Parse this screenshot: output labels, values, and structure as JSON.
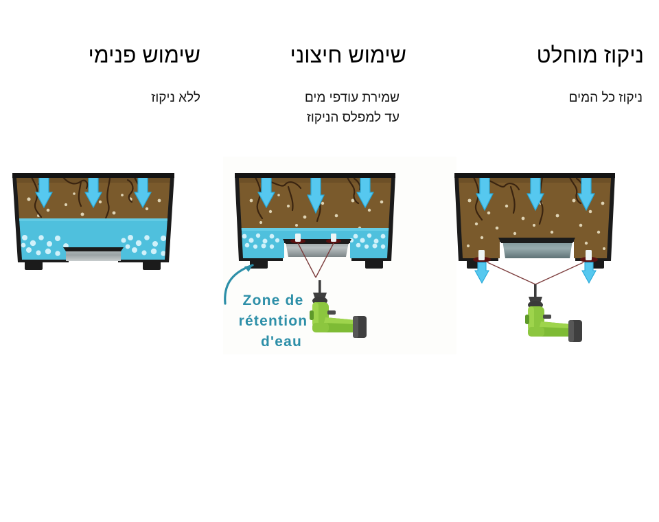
{
  "slide": {
    "background_color": "#ffffff",
    "title_color": "#000000"
  },
  "columns": [
    {
      "id": "internal-use",
      "heading": "שימוש פנימי",
      "subtitle_lines": [
        "ללא ניקוז"
      ],
      "figure": {
        "name": "planter-cross-section-no-drainage",
        "water_level": "full-reservoir",
        "holes": 0,
        "has_drill": false,
        "has_callout": false,
        "arrows_inside": 3,
        "arrows_below": 0
      }
    },
    {
      "id": "external-use",
      "heading": "שימוש חיצוני",
      "subtitle_lines": [
        "שמירת עודפי מים",
        "עד למפלס הניקוז"
      ],
      "figure": {
        "name": "planter-cross-section-partial-drainage",
        "water_level": "retention-zone",
        "holes": 2,
        "has_drill": true,
        "has_callout": true,
        "callout_lines": [
          "Zone de",
          "rétention",
          "d'eau"
        ],
        "callout_color": "#2d8fa8",
        "arrows_inside": 3,
        "arrows_below": 0
      }
    },
    {
      "id": "full-drainage",
      "heading": "ניקוז מוחלט",
      "subtitle_lines": [
        "ניקוז כל המים"
      ],
      "figure": {
        "name": "planter-cross-section-full-drainage",
        "water_level": "empty",
        "holes": 2,
        "has_drill": true,
        "has_callout": false,
        "arrows_inside": 3,
        "arrows_below": 2
      }
    }
  ],
  "palette": {
    "pot_dark": "#1b1b1b",
    "pot_edge": "#2e2e2e",
    "soil": "#7a5a2c",
    "soil_light": "#8a6934",
    "water": "#4fc0dd",
    "water_deep": "#3fb2d4",
    "arrow_blue": "#56c8ef",
    "arrow_blue_edge": "#27a8d8",
    "pebble": "#ffffff",
    "soil_pebble": "#ded3b4",
    "root": "#3a2410",
    "drill_green": "#8cc63f",
    "drill_green_dark": "#5f9a2a",
    "drill_gray": "#4a4a4a",
    "hole_ring": "#5a1111",
    "plate_gray": "#8c9496",
    "callout_blue": "#2d8fa8"
  }
}
